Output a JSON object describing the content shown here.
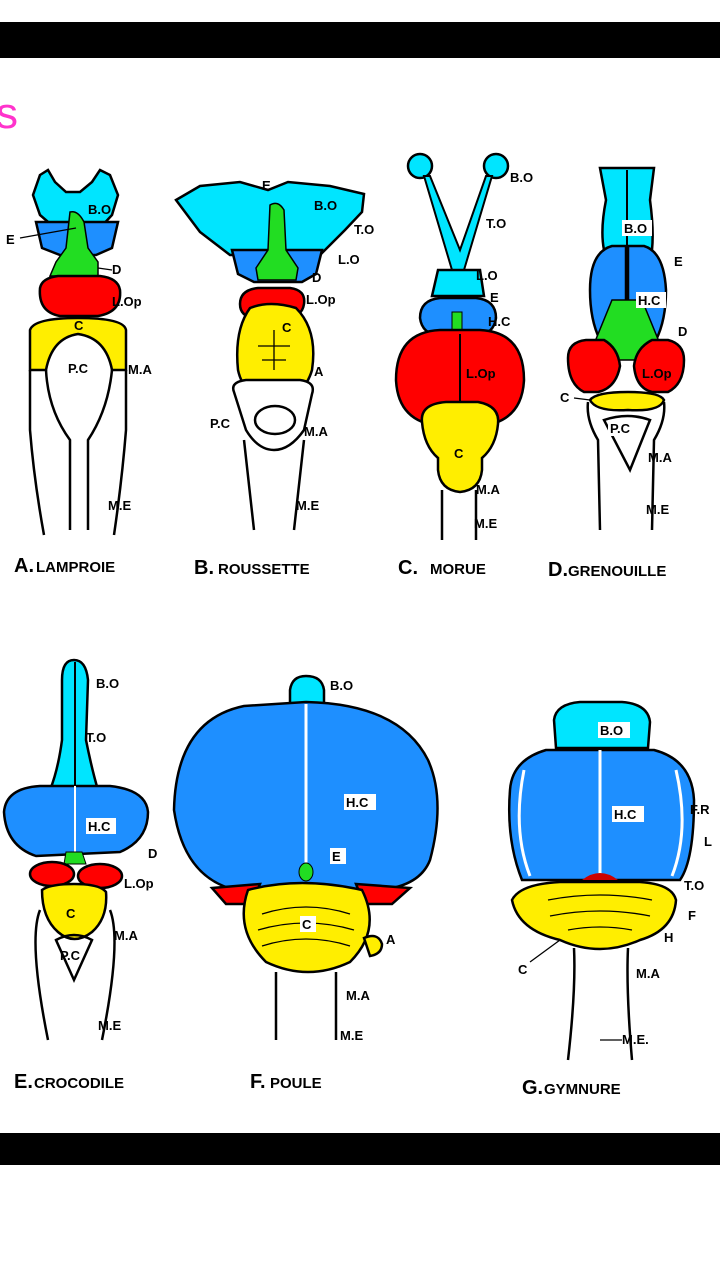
{
  "header": {
    "partial_title": "s"
  },
  "colors": {
    "bulbe_olfactif": "#00e5ff",
    "hemispheres": "#1e8fff",
    "diencephale": "#22dd22",
    "lobes_optiques": "#ff0000",
    "cervelet": "#ffee00"
  },
  "panels": [
    {
      "letter": "A.",
      "name": "LAMPROIE",
      "labels": [
        "B.O",
        "E",
        "D",
        "L.Op",
        "C",
        "P.C",
        "M.A",
        "M.E"
      ]
    },
    {
      "letter": "B.",
      "name": "ROUSSETTE",
      "labels": [
        "E",
        "B.O",
        "T.O",
        "L.O",
        "D",
        "L.Op",
        "C",
        "A",
        "P.C",
        "M.A",
        "M.E"
      ]
    },
    {
      "letter": "C.",
      "name": "MORUE",
      "labels": [
        "B.O",
        "T.O",
        "L.O",
        "E",
        "H.C",
        "L.Op",
        "C",
        "M.A",
        "M.E"
      ]
    },
    {
      "letter": "D.",
      "name": "GRENOUILLE",
      "labels": [
        "B.O",
        "E",
        "H.C",
        "D",
        "L.Op",
        "C",
        "P.C",
        "M.A",
        "M.E"
      ]
    },
    {
      "letter": "E.",
      "name": "CROCODILE",
      "labels": [
        "B.O",
        "T.O",
        "H.C",
        "D",
        "L.Op",
        "C",
        "M.A",
        "P.C",
        "M.E"
      ]
    },
    {
      "letter": "F.",
      "name": "POULE",
      "labels": [
        "B.O",
        "H.C",
        "E",
        "C",
        "A",
        "M.A",
        "M.E"
      ]
    },
    {
      "letter": "G.",
      "name": "GYMNURE",
      "labels": [
        "B.O",
        "H.C",
        "F.R",
        "L",
        "T.O",
        "F",
        "H",
        "C",
        "M.A",
        "M.E."
      ]
    }
  ]
}
